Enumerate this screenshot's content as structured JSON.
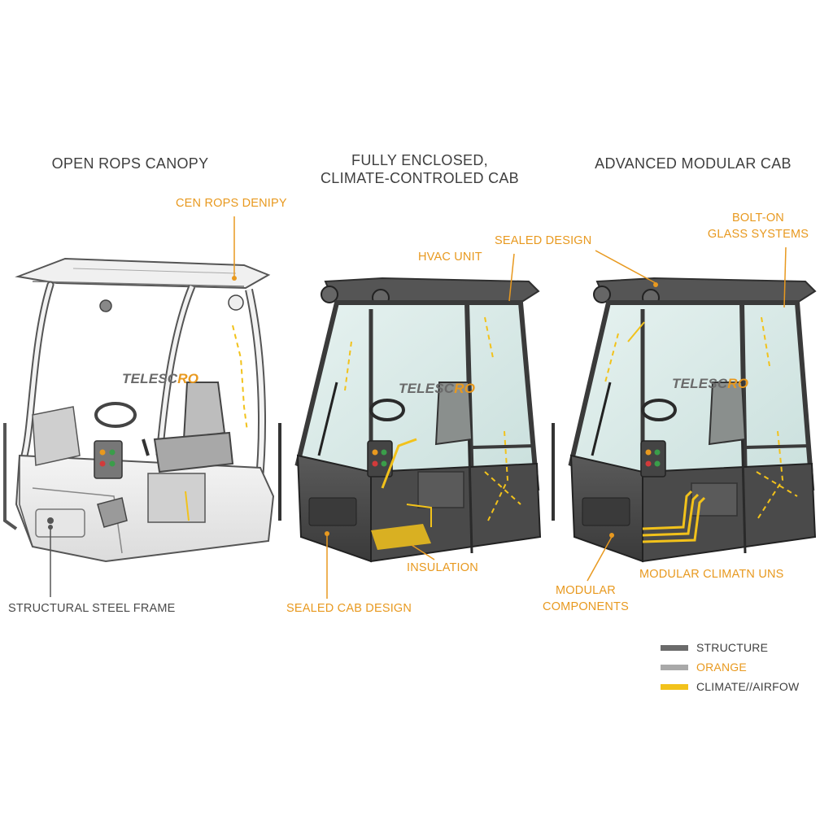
{
  "panels": [
    {
      "title": "OPEN ROPS CANOPY",
      "brand_a": "TELESC",
      "brand_b": "RO",
      "callouts": {
        "canopy": "CEN ROPS DENIPY",
        "frame": "STRUCTURAL STEEL FRAME"
      }
    },
    {
      "title_line1": "FULLY ENCLOSED,",
      "title_line2": "CLIMATE-CONTROLED CAB",
      "brand_a": "TELESC",
      "brand_b": "RO",
      "callouts": {
        "hvac": "HVAC UNIT",
        "sealed": "SEALED DESIGN",
        "insulation": "INSULATION",
        "sealed_cab": "SEALED CAB DESIGN"
      }
    },
    {
      "title": "ADVANCED MODULAR CAB",
      "brand_a": "TELESC",
      "brand_b": "RO",
      "callouts": {
        "glass_line1": "BOLT-ON",
        "glass_line2": "GLASS SYSTEMS",
        "modular_line1": "MODULAR",
        "modular_line2": "COMPONENTS",
        "climate": "MODULAR CLIMATN UNS"
      }
    }
  ],
  "legend": [
    {
      "label": "STRUCTURE",
      "color": "#6b6b6b"
    },
    {
      "label": "ORANGE",
      "color": "#a9a9a9"
    },
    {
      "label": "CLIMATE//AIRFOW",
      "color": "#f2c21b"
    }
  ],
  "colors": {
    "accent": "#e8991f",
    "airflow": "#f2c21b",
    "frame_dark": "#4a4a4a",
    "frame_light": "#f1f1f1",
    "glass": "#d6e9e6"
  }
}
